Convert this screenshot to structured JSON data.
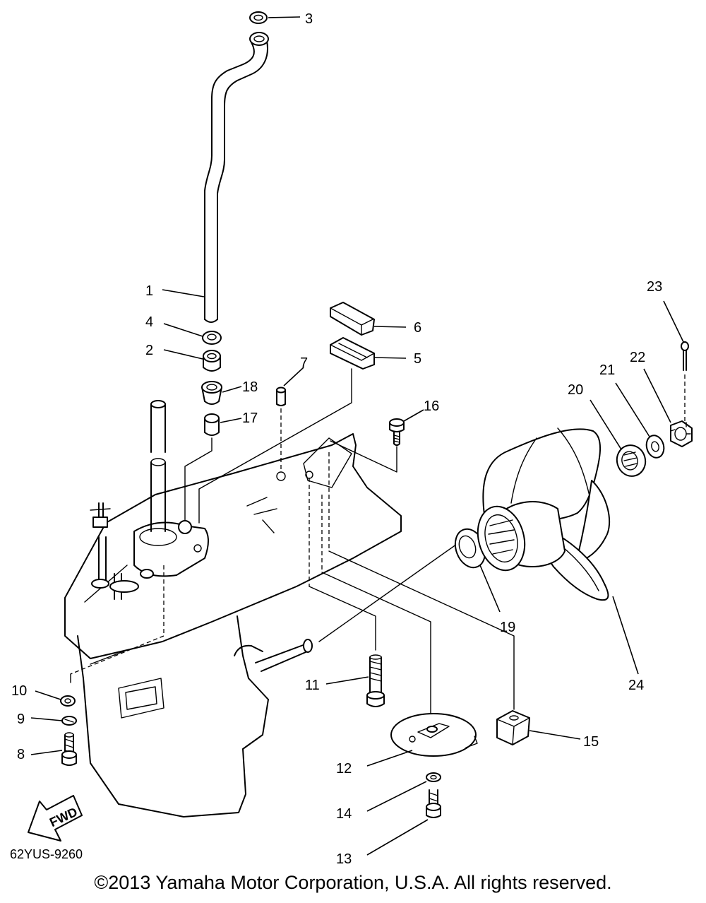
{
  "callouts": {
    "c1": "1",
    "c2": "2",
    "c3": "3",
    "c4": "4",
    "c5": "5",
    "c6": "6",
    "c7": "7",
    "c8": "8",
    "c9": "9",
    "c10": "10",
    "c11": "11",
    "c12": "12",
    "c13": "13",
    "c14": "14",
    "c15": "15",
    "c16": "16",
    "c17": "17",
    "c18": "18",
    "c19": "19",
    "c20": "20",
    "c21": "21",
    "c22": "22",
    "c23": "23",
    "c24": "24"
  },
  "fwd_label": "FWD",
  "diagram_code": "62YUS-9260",
  "copyright": "©2013 Yamaha Motor Corporation, U.S.A. All rights reserved."
}
